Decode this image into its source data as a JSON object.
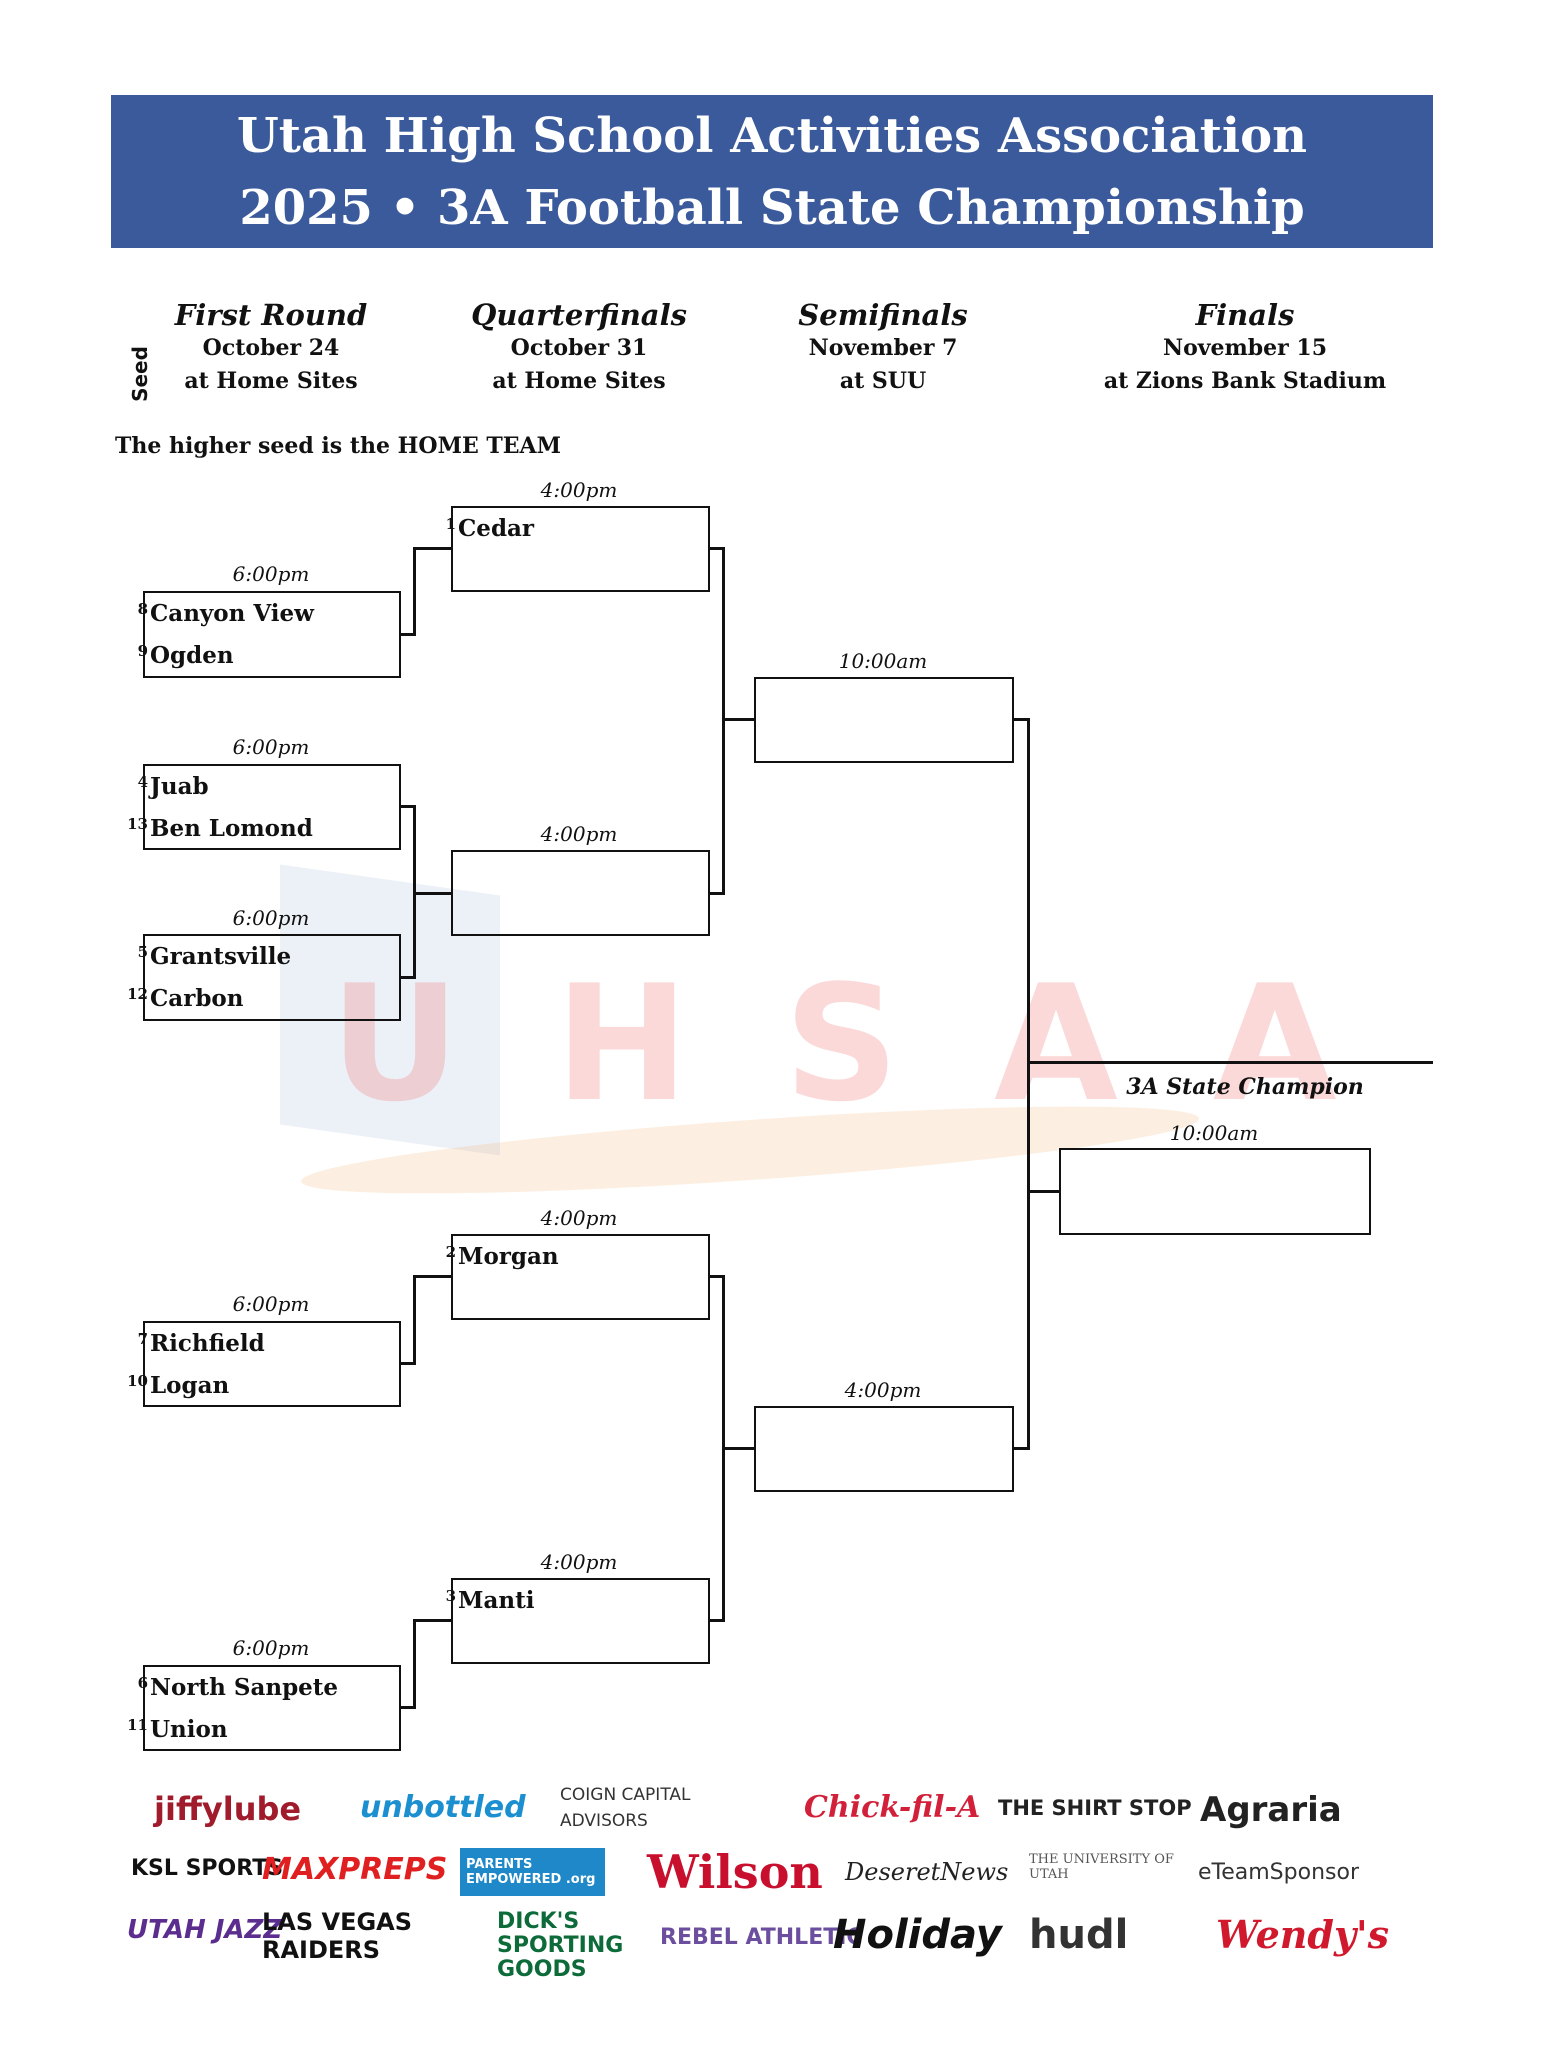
{
  "header": {
    "line1": "Utah High School Activities Association",
    "line2": "2025 • 3A Football State Championship"
  },
  "rounds": [
    {
      "title": "First Round",
      "date": "October 24",
      "venue": "at Home Sites"
    },
    {
      "title": "Quarterfinals",
      "date": "October 31",
      "venue": "at Home Sites"
    },
    {
      "title": "Semifinals",
      "date": "November 7",
      "venue": "at SUU"
    },
    {
      "title": "Finals",
      "date": "November 15",
      "venue": "at Zions Bank Stadium"
    }
  ],
  "seed_label": "Seed",
  "note": "The higher seed is the HOME TEAM",
  "first_round": [
    {
      "time": "6:00pm",
      "top": {
        "seed": "8",
        "team": "Canyon View"
      },
      "bottom": {
        "seed": "9",
        "team": "Ogden"
      }
    },
    {
      "time": "6:00pm",
      "top": {
        "seed": "4",
        "team": "Juab"
      },
      "bottom": {
        "seed": "13",
        "team": "Ben Lomond"
      }
    },
    {
      "time": "6:00pm",
      "top": {
        "seed": "5",
        "team": "Grantsville"
      },
      "bottom": {
        "seed": "12",
        "team": "Carbon"
      }
    },
    {
      "time": "6:00pm",
      "top": {
        "seed": "7",
        "team": "Richfield"
      },
      "bottom": {
        "seed": "10",
        "team": "Logan"
      }
    },
    {
      "time": "6:00pm",
      "top": {
        "seed": "6",
        "team": "North Sanpete"
      },
      "bottom": {
        "seed": "11",
        "team": "Union"
      }
    }
  ],
  "quarterfinals": [
    {
      "time": "4:00pm",
      "top": {
        "seed": "1",
        "team": "Cedar"
      }
    },
    {
      "time": "4:00pm"
    },
    {
      "time": "4:00pm",
      "top": {
        "seed": "2",
        "team": "Morgan"
      }
    },
    {
      "time": "4:00pm",
      "top": {
        "seed": "3",
        "team": "Manti"
      }
    }
  ],
  "semifinals": [
    {
      "time": "10:00am"
    },
    {
      "time": "4:00pm"
    }
  ],
  "finals": {
    "time": "10:00am",
    "champion_label": "3A State Champion"
  },
  "watermark": "UHSAA",
  "sponsors": [
    "jiffylube",
    "unbottled",
    "COIGN CAPITAL ADVISORS",
    "Chick-fil-A",
    "THE SHIRT STOP",
    "Agraria",
    "KSL SPORTS",
    "MAXPREPS",
    "PARENTS EMPOWERED .org",
    "Wilson",
    "DeseretNews",
    "THE UNIVERSITY OF UTAH",
    "eTeamSponsor",
    "UTAH JAZZ",
    "LAS VEGAS RAIDERS",
    "DICK'S SPORTING GOODS",
    "REBEL ATHLETIC",
    "Holiday",
    "hudl",
    "Wendy's"
  ]
}
